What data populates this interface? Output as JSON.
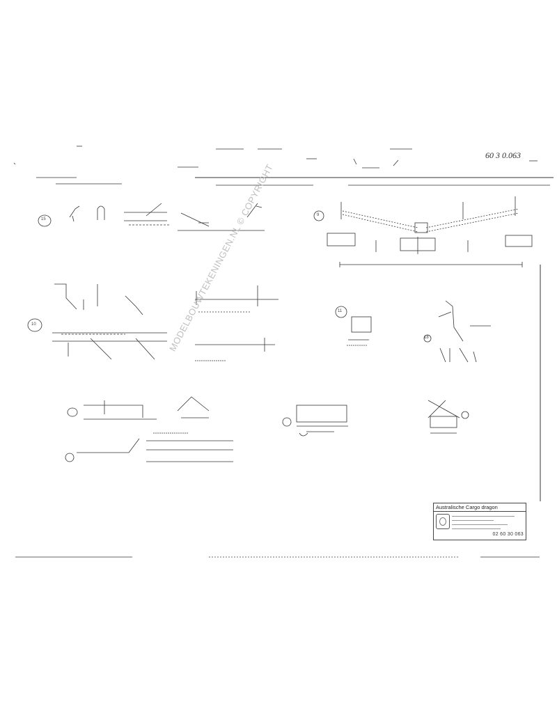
{
  "sheet": {
    "number": "60 3 0.063"
  },
  "watermark": {
    "text": "MODELBOUWTEKENINGEN.NL © COPYRIGHT"
  },
  "title_block": {
    "header": "Australische Cargo dragon",
    "drawing_number": "02 60 30 063"
  },
  "details": {
    "labels": [
      "15",
      "9",
      "10",
      "11",
      "18"
    ]
  }
}
